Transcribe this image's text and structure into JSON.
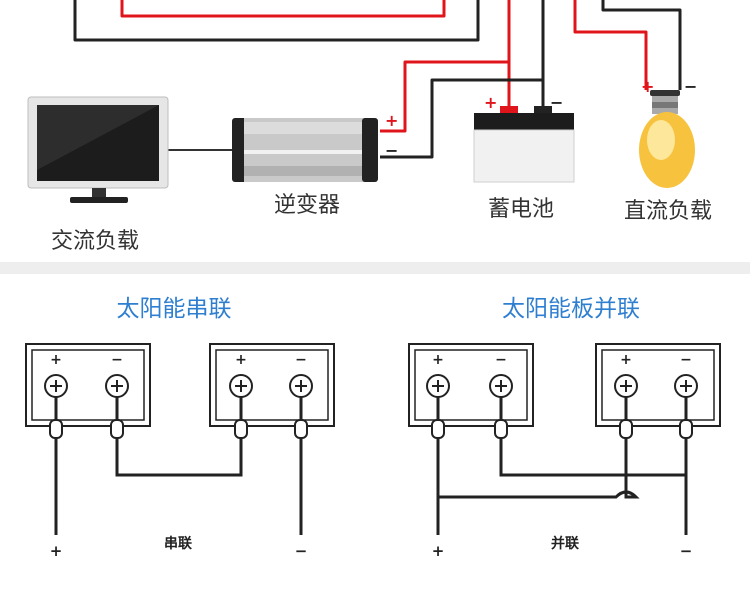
{
  "top_section": {
    "labels": {
      "ac_load": "交流负载",
      "inverter": "逆变器",
      "battery": "蓄电池",
      "dc_load": "直流负载"
    },
    "signs": {
      "plus": "+",
      "minus": "−"
    }
  },
  "bottom_section": {
    "series": {
      "title": "太阳能串联",
      "caption": "串联",
      "out_plus": "+",
      "out_minus": "−",
      "panel_plus": "+",
      "panel_minus": "−"
    },
    "parallel": {
      "title": "太阳能板并联",
      "caption": "并联",
      "out_plus": "+",
      "out_minus": "−",
      "panel_plus": "+",
      "panel_minus": "−"
    }
  },
  "colors": {
    "wire_red": "#e0141b",
    "wire_dark": "#222222",
    "title_blue": "#2f7fd0",
    "separator": "#eeeeee"
  }
}
